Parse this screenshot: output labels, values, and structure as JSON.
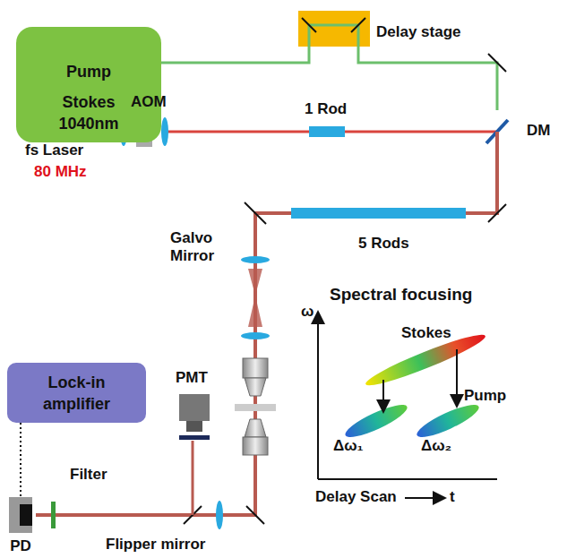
{
  "diagram": {
    "nodes": [
      {
        "text": [
          "Pump",
          "Stokes 1040nm"
        ]
      },
      {
        "text": [
          "Lock-in amplifier"
        ]
      },
      {
        "text": [
          "PD"
        ]
      }
    ],
    "edges": [
      {
        "from": 1,
        "to": 2,
        "arrow": "none"
      }
    ],
    "labels": [
      "Delay stage",
      "AOM",
      "fs Laser",
      "80 MHz",
      "1 Rod",
      "DM",
      "Galvo Mirror",
      "5 Rods",
      "Spectral focusing",
      "ω",
      "Stokes",
      "Pump",
      "Δω₁",
      "Δω₂",
      "Delay Scan",
      "t",
      "PMT",
      "Filter",
      "Flipper mirror"
    ]
  }
}
